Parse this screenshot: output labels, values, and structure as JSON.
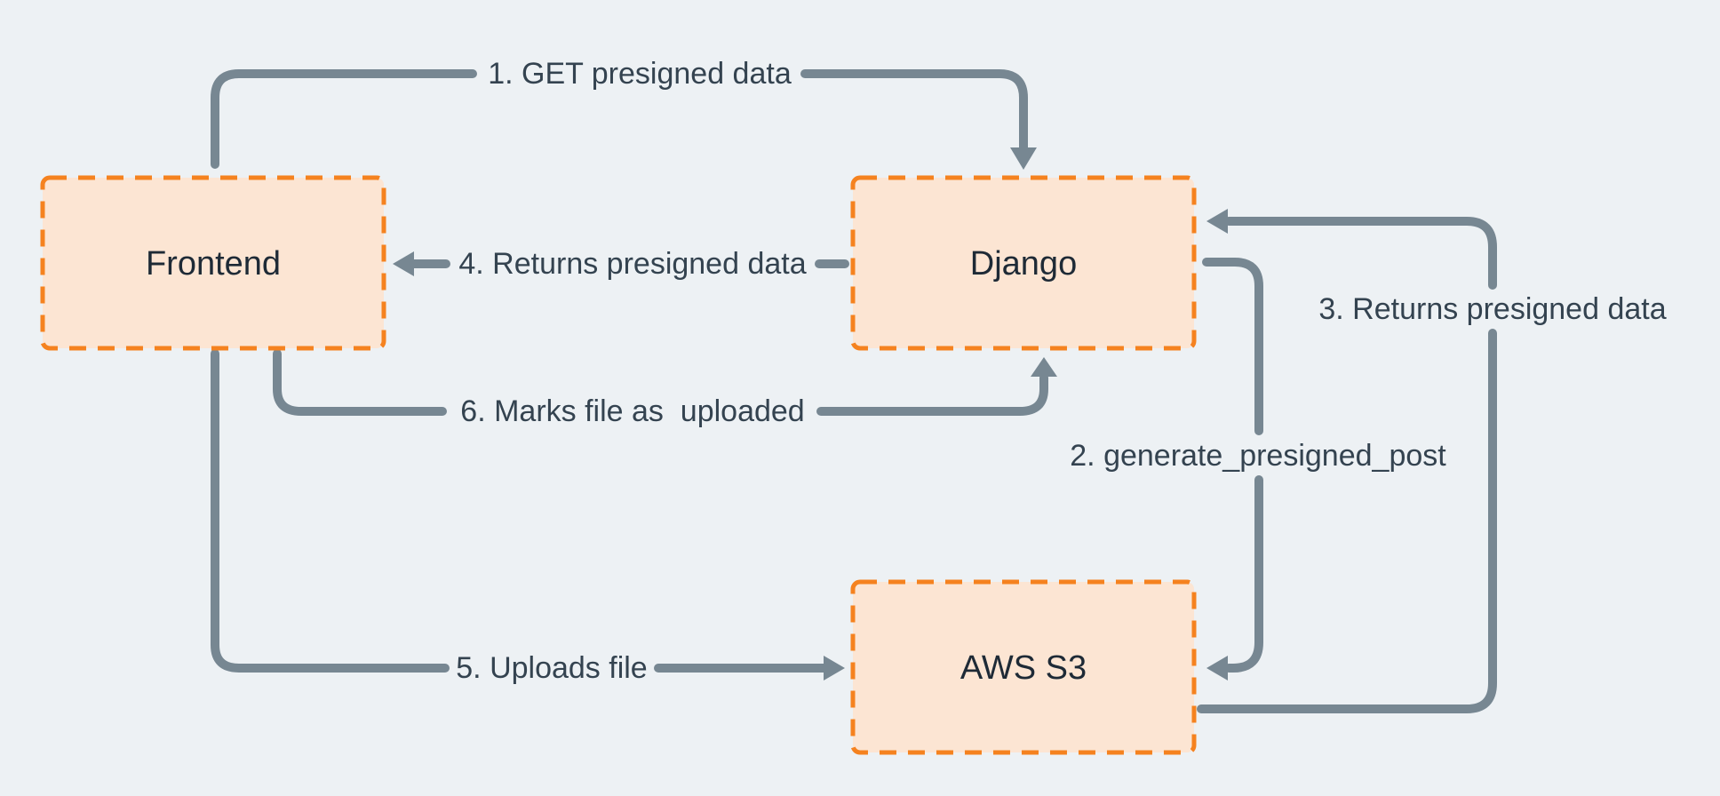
{
  "colors": {
    "background": "#edf1f4",
    "node_fill": "#fce5d3",
    "node_border": "#f5821f",
    "arrow": "#778792",
    "label_text": "#344350",
    "node_text": "#1e2a36"
  },
  "nodes": {
    "frontend": {
      "label": "Frontend"
    },
    "django": {
      "label": "Django"
    },
    "aws_s3": {
      "label": "AWS S3"
    }
  },
  "flows": {
    "step1": {
      "label": "1. GET presigned data",
      "from": "Frontend",
      "to": "Django"
    },
    "step2": {
      "label": "2. generate_presigned_post",
      "from": "Django",
      "to": "AWS S3"
    },
    "step3": {
      "label": "3. Returns presigned data",
      "from": "AWS S3",
      "to": "Django"
    },
    "step4": {
      "label": "4. Returns presigned data",
      "from": "Django",
      "to": "Frontend"
    },
    "step5": {
      "label": "5. Uploads file",
      "from": "Frontend",
      "to": "AWS S3"
    },
    "step6": {
      "label": "6. Marks file as  uploaded",
      "from": "Frontend",
      "to": "Django"
    }
  }
}
